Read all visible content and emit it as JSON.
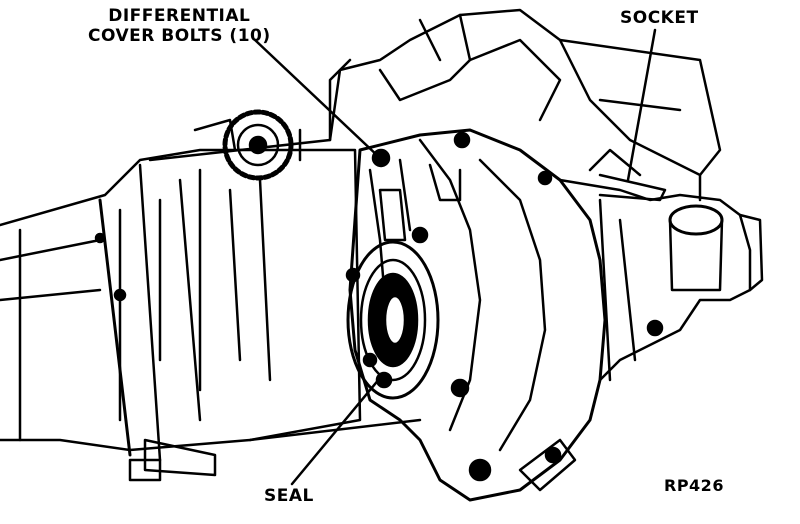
{
  "labels": {
    "differential_line1": "DIFFERENTIAL",
    "differential_line2": "COVER BOLTS (10)",
    "socket": "SOCKET",
    "seal": "SEAL",
    "figure_ref": "RP426"
  },
  "colors": {
    "ink": "#000000",
    "paper": "#ffffff"
  }
}
